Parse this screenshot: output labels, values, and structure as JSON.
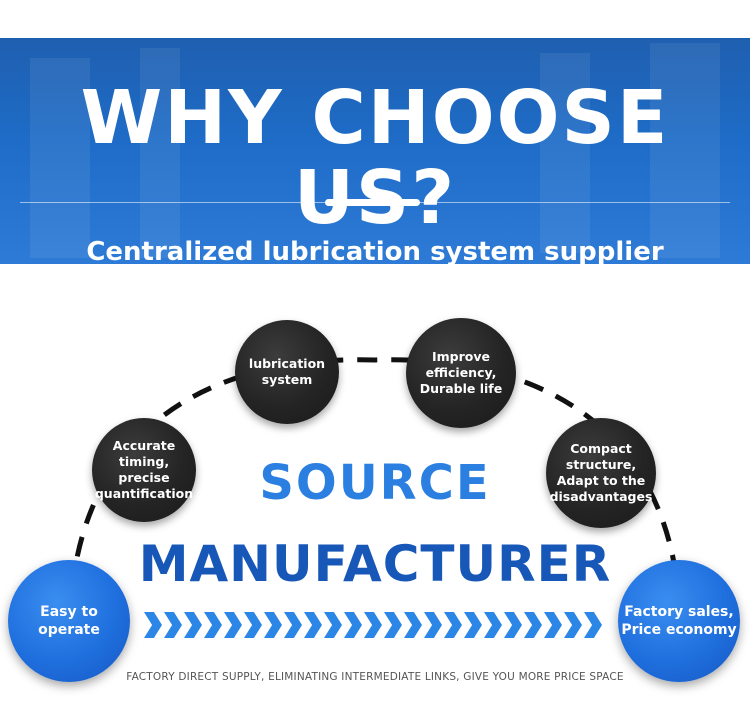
{
  "banner": {
    "title": "WHY CHOOSE US?",
    "subtitle": "Centralized lubrication system supplier"
  },
  "circles": {
    "accurate": "Accurate timing, precise quantification",
    "lubrication": "lubrication system",
    "improve": "Improve efficiency, Durable life",
    "compact": "Compact structure, Adapt to the disadvantages",
    "easy": "Easy to operate",
    "factory": "Factory sales, Price economy"
  },
  "center": {
    "line1": "SOURCE",
    "line2": "MANUFACTURER"
  },
  "tagline": "FACTORY DIRECT SUPPLY, ELIMINATING INTERMEDIATE LINKS, GIVE YOU MORE PRICE SPACE",
  "colors": {
    "banner_blue": "#1e6cc7",
    "circle_dark": "#242424",
    "circle_blue": "#1f6fde",
    "source_blue": "#2a7fe0",
    "manufacturer_blue": "#1757b8",
    "chevron_blue": "#2c86e6"
  }
}
